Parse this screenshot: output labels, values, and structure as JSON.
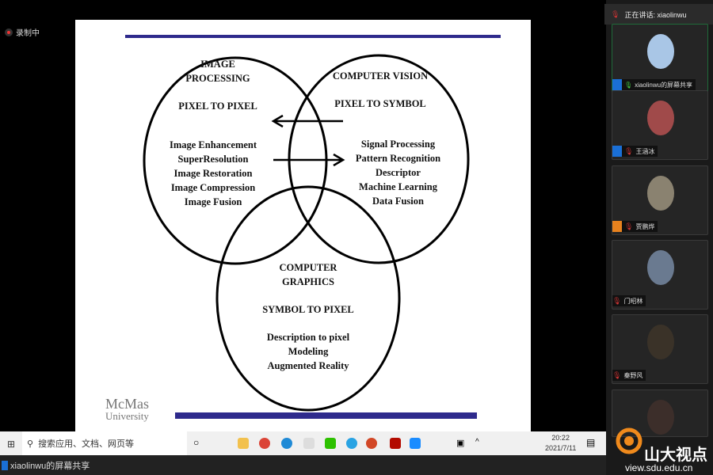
{
  "recording": {
    "label": "录制中"
  },
  "slide": {
    "ip": {
      "title1": "IMAGE",
      "title2": "PROCESSING",
      "sub": "PIXEL TO PIXEL",
      "items": [
        "Image Enhancement",
        "SuperResolution",
        "Image Restoration",
        "Image Compression",
        "Image Fusion"
      ]
    },
    "cv": {
      "title": "COMPUTER VISION",
      "sub": "PIXEL TO SYMBOL",
      "items": [
        "Signal Processing",
        "Pattern Recognition",
        "Descriptor",
        "Machine Learning",
        "Data Fusion"
      ]
    },
    "cg": {
      "title1": "COMPUTER",
      "title2": "GRAPHICS",
      "sub": "SYMBOL TO PIXEL",
      "items": [
        "Description to pixel",
        "Modeling",
        "Augmented Reality"
      ]
    },
    "logo": {
      "line1": "McMas",
      "line2": "University"
    },
    "bar_color": "#2e2a8c"
  },
  "speaking": {
    "label": "正在讲话: xiaolinwu"
  },
  "participants": [
    {
      "name": "xiaolinwu的屏幕共享"
    },
    {
      "name": "王涵冰"
    },
    {
      "name": "贾鹏烨"
    },
    {
      "name": "门昭林"
    },
    {
      "name": "秦野风"
    }
  ],
  "taskbar": {
    "search_placeholder": "搜索应用、文档、网页等",
    "time": "20:22",
    "date": "2021/7/11"
  },
  "share_label": "xiaolinwu的屏幕共享",
  "watermark": {
    "brand": "山大视点",
    "url": "view.sdu.edu.cn"
  }
}
